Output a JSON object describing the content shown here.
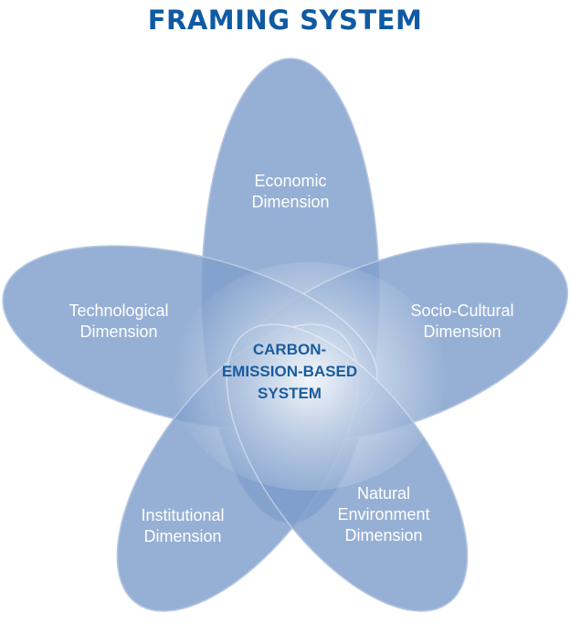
{
  "title": "FRAMING SYSTEM",
  "center": {
    "lines": [
      "CARBON-",
      "EMISSION-BASED",
      "SYSTEM"
    ]
  },
  "petals": [
    {
      "id": "economic",
      "lines": [
        "Economic",
        "Dimension"
      ]
    },
    {
      "id": "socio-cultural",
      "lines": [
        "Socio-Cultural",
        "Dimension"
      ]
    },
    {
      "id": "natural-environment",
      "lines": [
        "Natural",
        "Environment",
        "Dimension"
      ]
    },
    {
      "id": "institutional",
      "lines": [
        "Institutional",
        "Dimension"
      ]
    },
    {
      "id": "technological",
      "lines": [
        "Technological",
        "Dimension"
      ]
    }
  ],
  "colors": {
    "title": "#0f5aa3",
    "center_text": "#1a5c9e",
    "petal_fill": "#7f9fcc",
    "petal_edge": "#b9c9e3",
    "petal_text": "#ffffff",
    "center_glow": "#ffffff"
  }
}
